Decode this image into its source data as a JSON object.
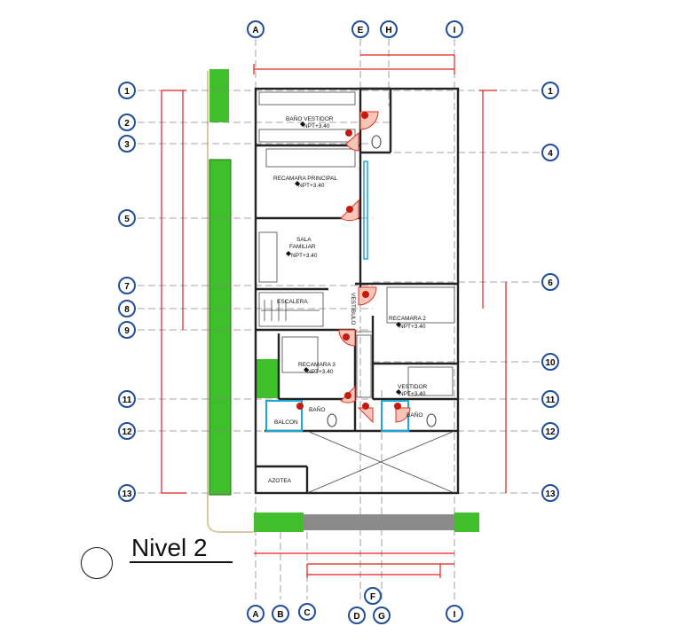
{
  "title": "Nivel 2",
  "grid": {
    "top_letters": [
      "A",
      "E",
      "H",
      "I"
    ],
    "bottom_letters": [
      "A",
      "B",
      "C",
      "D",
      "G",
      "I",
      "F"
    ],
    "left_numbers": [
      "1",
      "2",
      "3",
      "5",
      "7",
      "8",
      "9",
      "11",
      "12",
      "13"
    ],
    "right_numbers": [
      "1",
      "4",
      "6",
      "10",
      "11",
      "12",
      "13"
    ]
  },
  "rooms": {
    "bano_vestidor": {
      "name": "BAÑO VESTIDOR",
      "level": "NPT+3.40"
    },
    "recamara_principal": {
      "name": "RECAMARA PRINCIPAL",
      "level": "NPT+3.40"
    },
    "sala": {
      "name": "SALA",
      "name2": "FAMILIAR",
      "level": "NPT+3.40"
    },
    "escalera": {
      "name": "ESCALERA"
    },
    "vestibulo": {
      "name": "VESTIBULO"
    },
    "recamara2": {
      "name": "RECAMARA 2",
      "level": "NPT+3.40"
    },
    "recamara3": {
      "name": "RECAMARA 3",
      "level": "NPT+3.40"
    },
    "vestidor": {
      "name": "VESTIDOR",
      "level": "NPT+3.40"
    },
    "bano_left": {
      "name": "BAÑO"
    },
    "bano_right": {
      "name": "BAÑO"
    },
    "balcon": {
      "name": "BALCON"
    },
    "azotea": {
      "name": "AZOTEA"
    }
  },
  "colors": {
    "line": "#222222",
    "grid": "#1f4e9a",
    "dim": "#e0201a",
    "grass": "#3fbf2a",
    "door": "#e03020",
    "glass": "#1aa7d8"
  }
}
